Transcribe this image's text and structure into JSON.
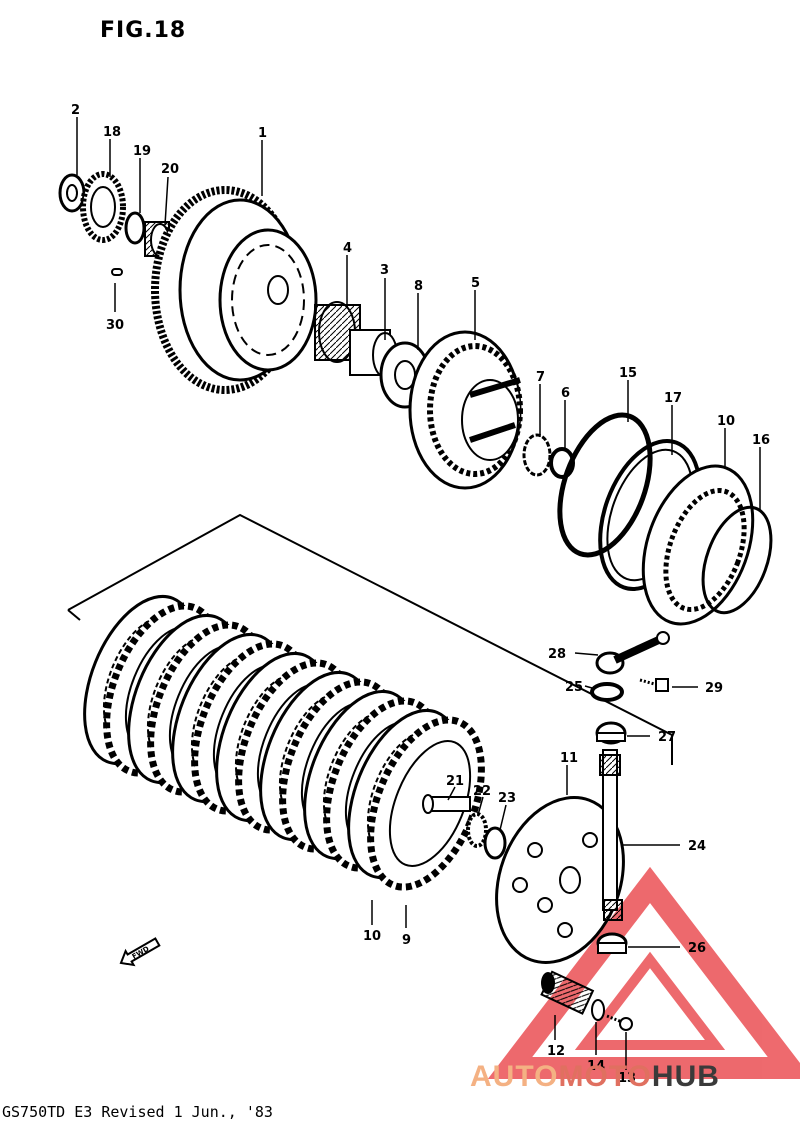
{
  "figure_title": "FIG.18",
  "footer_text": "GS750TD E3 Revised 1 Jun., '83",
  "fwd_marker": "FWD",
  "watermark": {
    "part1": "AUTO",
    "part2": "MOTO",
    "part3": "HUB",
    "color_triangle": "#e8383d",
    "color_gray": "#9a9a9a"
  },
  "parts": [
    {
      "id": "p1",
      "label": "1"
    },
    {
      "id": "p2",
      "label": "2"
    },
    {
      "id": "p3",
      "label": "3"
    },
    {
      "id": "p4",
      "label": "4"
    },
    {
      "id": "p5",
      "label": "5"
    },
    {
      "id": "p6",
      "label": "6"
    },
    {
      "id": "p7",
      "label": "7"
    },
    {
      "id": "p8",
      "label": "8"
    },
    {
      "id": "p9",
      "label": "9"
    },
    {
      "id": "p10a",
      "label": "10"
    },
    {
      "id": "p10b",
      "label": "10"
    },
    {
      "id": "p11",
      "label": "11"
    },
    {
      "id": "p12",
      "label": "12"
    },
    {
      "id": "p13",
      "label": "13"
    },
    {
      "id": "p14",
      "label": "14"
    },
    {
      "id": "p15",
      "label": "15"
    },
    {
      "id": "p16",
      "label": "16"
    },
    {
      "id": "p17",
      "label": "17"
    },
    {
      "id": "p18",
      "label": "18"
    },
    {
      "id": "p19",
      "label": "19"
    },
    {
      "id": "p20",
      "label": "20"
    },
    {
      "id": "p21",
      "label": "21"
    },
    {
      "id": "p22",
      "label": "22"
    },
    {
      "id": "p23",
      "label": "23"
    },
    {
      "id": "p24",
      "label": "24"
    },
    {
      "id": "p25",
      "label": "25"
    },
    {
      "id": "p26",
      "label": "26"
    },
    {
      "id": "p27",
      "label": "27"
    },
    {
      "id": "p28",
      "label": "28"
    },
    {
      "id": "p29",
      "label": "29"
    },
    {
      "id": "p30",
      "label": "30"
    }
  ]
}
